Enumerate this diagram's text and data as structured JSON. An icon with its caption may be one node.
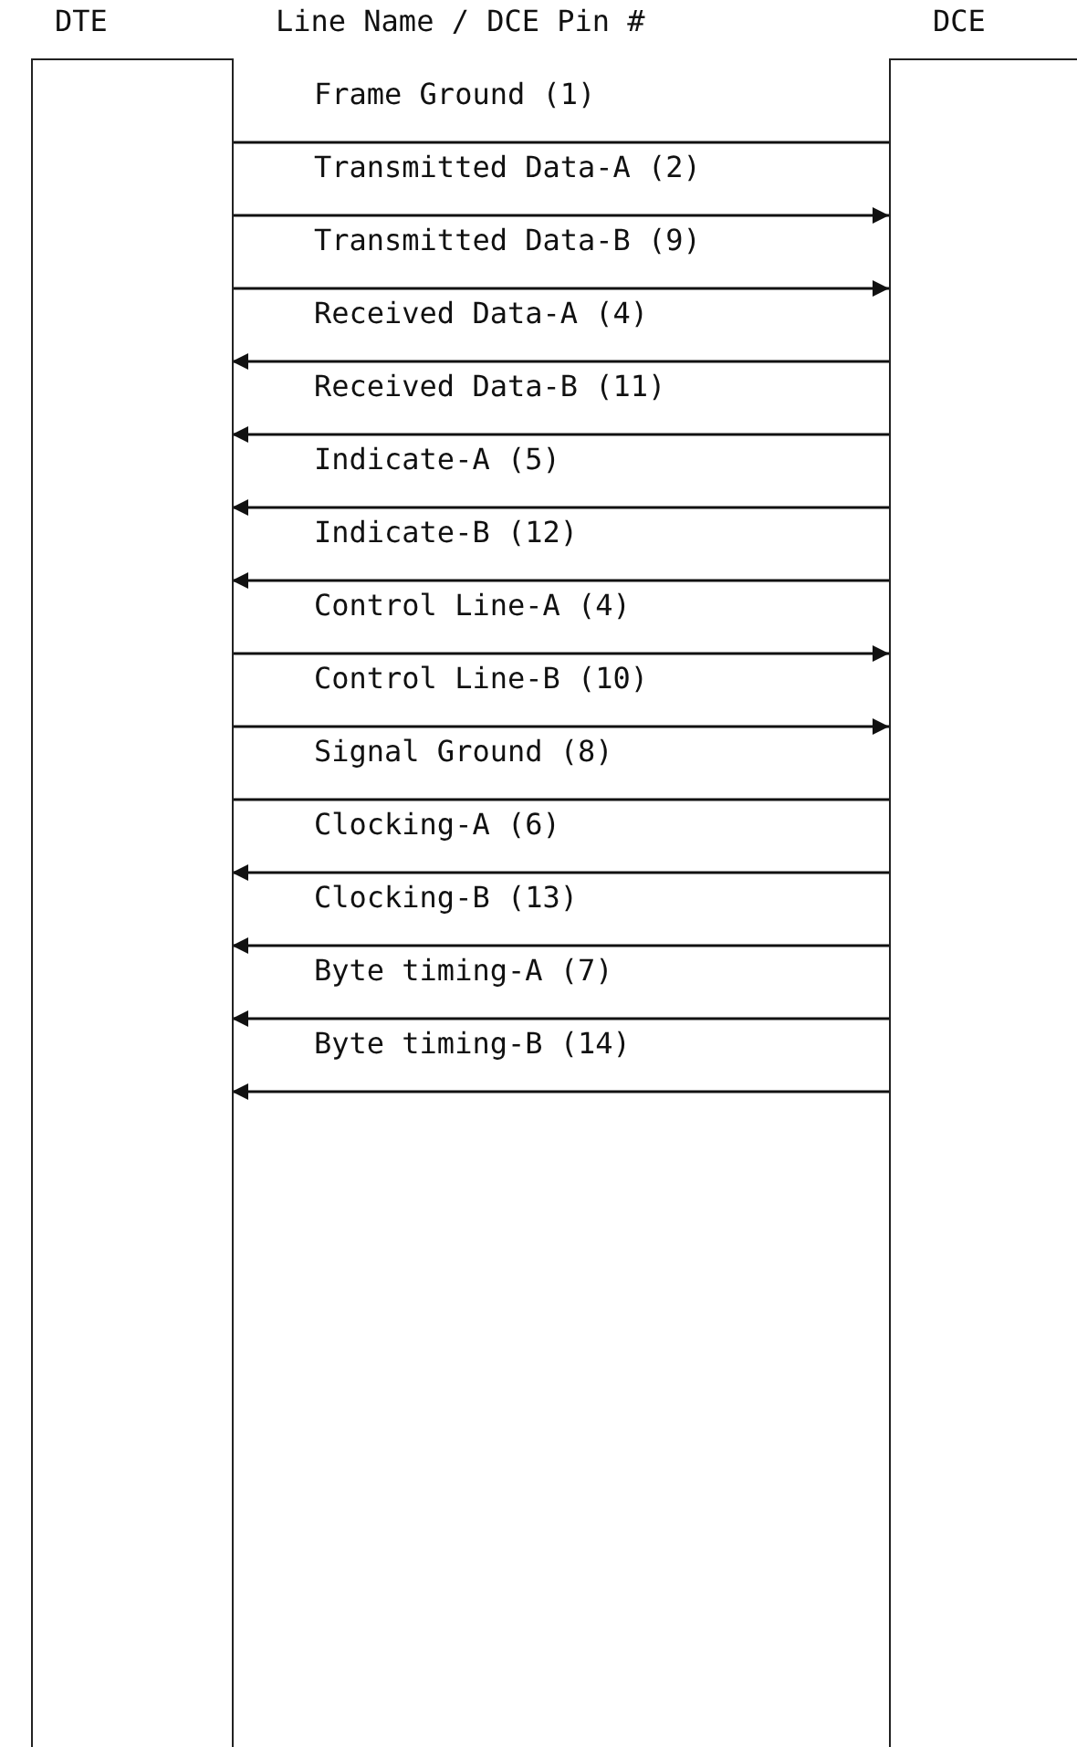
{
  "diagram": {
    "nodes": [
      {
        "text": [
          "DTE"
        ]
      },
      {
        "text": [
          "DCE"
        ]
      }
    ],
    "edges": [
      {
        "from": 0,
        "to": 1,
        "arrow": "none",
        "label": "Frame Ground (1)"
      },
      {
        "from": 0,
        "to": 1,
        "arrow": "to",
        "label": "Transmitted Data-A (2)"
      },
      {
        "from": 0,
        "to": 1,
        "arrow": "to",
        "label": "Transmitted Data-B (9)"
      },
      {
        "from": 1,
        "to": 0,
        "arrow": "to",
        "label": "Received Data-A (4)"
      },
      {
        "from": 1,
        "to": 0,
        "arrow": "to",
        "label": "Received Data-B (11)"
      },
      {
        "from": 1,
        "to": 0,
        "arrow": "to",
        "label": "Indicate-A (5)"
      },
      {
        "from": 1,
        "to": 0,
        "arrow": "to",
        "label": "Indicate-B (12)"
      },
      {
        "from": 0,
        "to": 1,
        "arrow": "to",
        "label": "Control Line-A (4)"
      },
      {
        "from": 0,
        "to": 1,
        "arrow": "to",
        "label": "Control Line-B (10)"
      },
      {
        "from": 0,
        "to": 1,
        "arrow": "none",
        "label": "Signal Ground (8)"
      },
      {
        "from": 1,
        "to": 0,
        "arrow": "to",
        "label": "Clocking-A (6)"
      },
      {
        "from": 1,
        "to": 0,
        "arrow": "to",
        "label": "Clocking-B (13)"
      },
      {
        "from": 1,
        "to": 0,
        "arrow": "to",
        "label": "Byte timing-A (7)"
      },
      {
        "from": 1,
        "to": 0,
        "arrow": "to",
        "label": "Byte timing-B (14)"
      }
    ],
    "labels": [
      "Line Name / DCE Pin #"
    ]
  }
}
